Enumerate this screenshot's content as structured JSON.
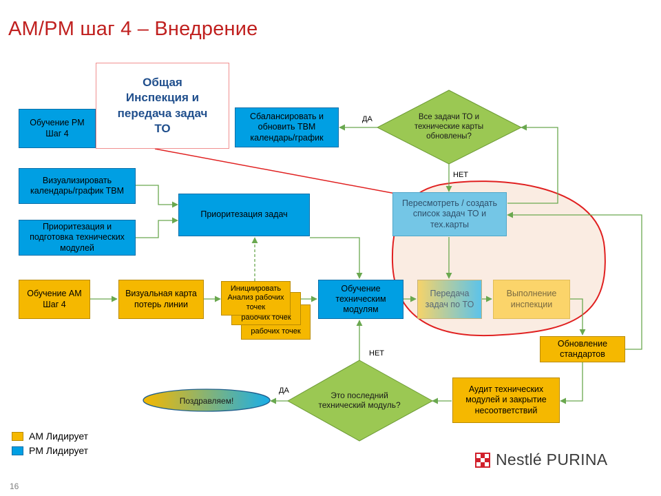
{
  "slide": {
    "title": "AM/PM шаг 4 – Внедрение",
    "page_number": "16"
  },
  "note_box": {
    "lines": [
      "Общая",
      "Инспекция и",
      "передача задач",
      "ТО"
    ]
  },
  "nodes": {
    "pm_step4": "Обучение PM Шаг 4",
    "visualize_calendar": "Визуализировать календарь/график TBM",
    "prioritize_modules": "Приоритезация и подготовка технических модулей",
    "task_priority": "Приоритезация задач",
    "balance_tbm": "Сбалансировать и обновить TBM календарь/график",
    "all_tasks_q": "Все задачи ТО и технические карты обновлены?",
    "review_tasks": "Пересмотреть / создать список задач ТО и тех.карты",
    "am_step4": "Обучение AM Шаг 4",
    "visual_map": "Визуальная карта потерь линии",
    "initiate": "Инициировать Анализ рабочих точек",
    "work_points_2": "рабочих точек",
    "work_points_3": "рабочих точек",
    "training_modules": "Обучение техническим модулям",
    "transfer_tasks": "Передача задач по ТО",
    "do_inspection": "Выполнение инспекции",
    "update_standards": "Обновление стандартов",
    "audit": "Аудит технических модулей и закрытие несоответствий",
    "last_module_q": "Это последний технический модуль?",
    "congrats": "Поздравляем!"
  },
  "edge_labels": {
    "yes_top": "ДА",
    "no_top": "НЕТ",
    "no_bottom": "НЕТ",
    "yes_bottom": "ДА"
  },
  "legend": [
    {
      "label": "AM Лидирует",
      "color": "#f5b800"
    },
    {
      "label": "PM Лидирует",
      "color": "#009fe3"
    }
  ],
  "brand": {
    "logo_text": "Nestlé PURINA",
    "logo_mark": "checker-logo-icon"
  },
  "colors": {
    "title": "#c0201f",
    "am": "#f5b800",
    "pm": "#009fe3",
    "decision": "#9bc853",
    "highlight": "#e02020"
  }
}
